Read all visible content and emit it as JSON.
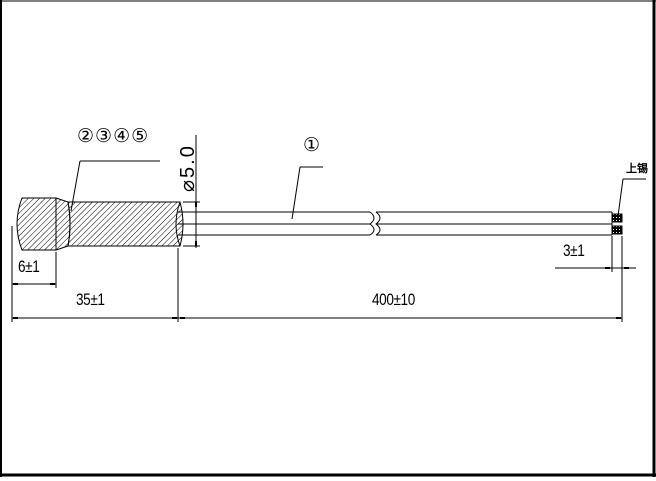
{
  "drawing": {
    "type": "technical-drawing",
    "subject": "rod with knurled/hatched sleeve and tinned tip",
    "colors": {
      "line": "#000000",
      "background": "#ffffff",
      "frame": "#000000"
    },
    "callouts": {
      "part_1": "①",
      "parts_2_5": "②③④⑤",
      "tip_note": "上锡"
    },
    "dimensions": {
      "diameter": "⌀5.0",
      "sleeve_end": "6±1",
      "sleeve_length": "35±1",
      "rod_length": "400±10",
      "tin_length": "3±1"
    }
  }
}
